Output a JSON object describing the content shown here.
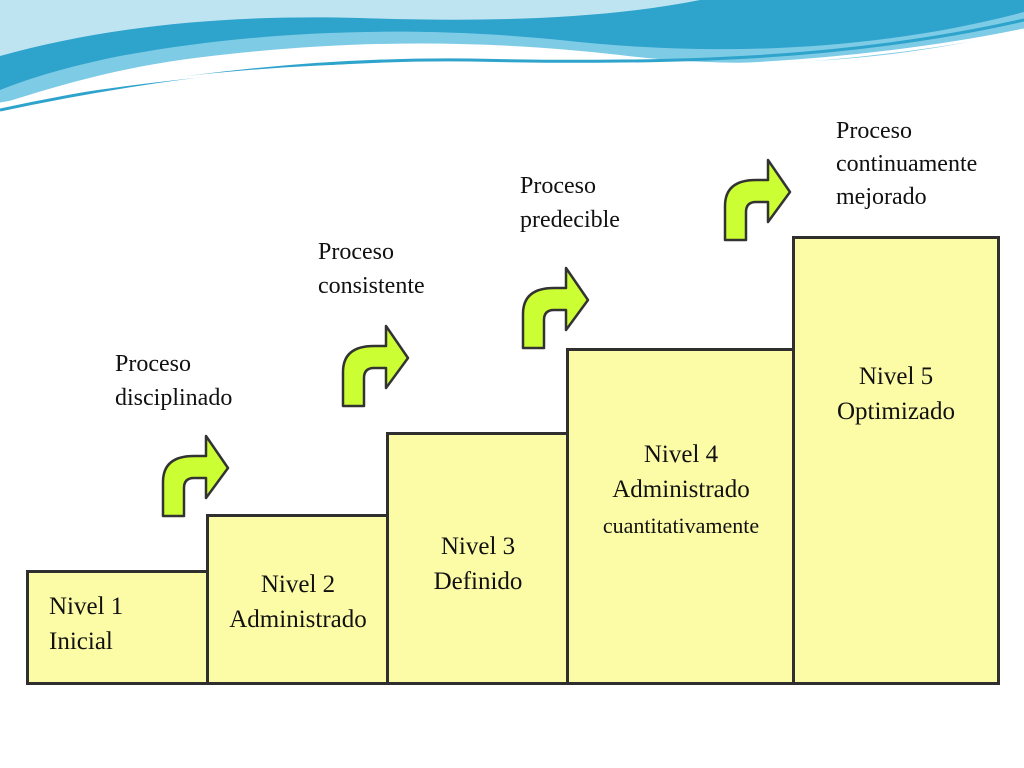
{
  "colors": {
    "box_fill": "#fcfca6",
    "arrow_fill": "#ccff33",
    "wave_blue": "#2ea3cc"
  },
  "levels": [
    {
      "title": "Nivel 1",
      "name": "Inicial"
    },
    {
      "title": "Nivel 2",
      "name": "Administrado"
    },
    {
      "title": "Nivel 3",
      "name": "Definido"
    },
    {
      "title": "Nivel 4",
      "name": "Administrado",
      "name2": "cuantitativamente"
    },
    {
      "title": "Nivel 5",
      "name": "Optimizado"
    }
  ],
  "transitions": [
    {
      "line1": "Proceso",
      "line2": "disciplinado"
    },
    {
      "line1": "Proceso",
      "line2": "consistente"
    },
    {
      "line1": "Proceso",
      "line2": "predecible"
    },
    {
      "line1": "Proceso",
      "line2": "continuamente",
      "line3": "mejorado"
    }
  ],
  "arrow_icon": "curved-up-right-arrow-icon"
}
